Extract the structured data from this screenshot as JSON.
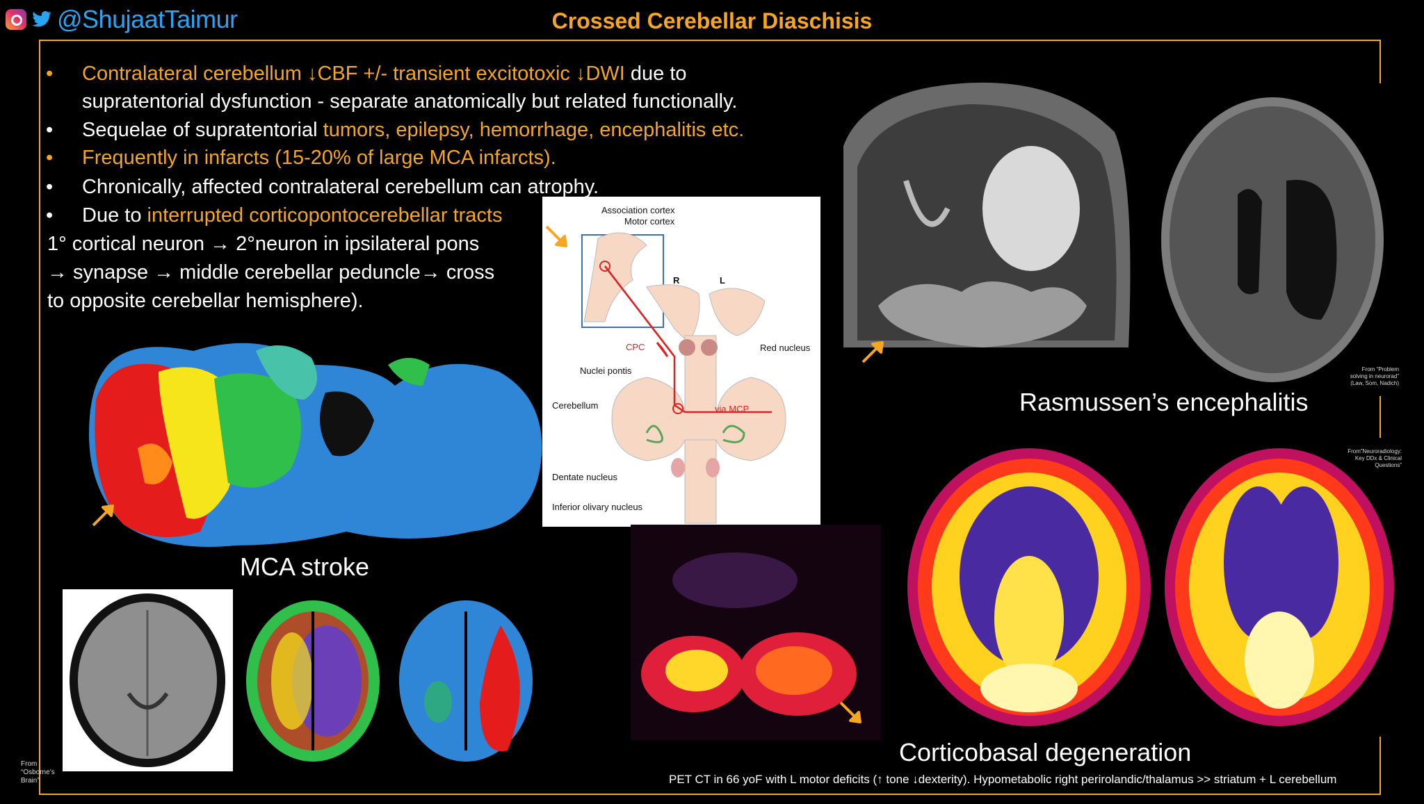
{
  "header": {
    "handle": "@ShujaatTaimur",
    "title": "Crossed Cerebellar Diaschisis"
  },
  "bullets": [
    {
      "line1_yellow": "Contralateral cerebellum ↓CBF +/- transient excitotoxic ↓DWI",
      "line1_white": " due to",
      "line2": "supratentorial dysfunction -  separate anatomically but related functionally."
    },
    {
      "white": "Sequelae of supratentorial ",
      "yellow": "tumors, epilepsy, hemorrhage, encephalitis etc."
    },
    {
      "yellow": "Frequently in infarcts (15-20% of large MCA infarcts)."
    },
    {
      "white": "Chronically, affected contralateral cerebellum can atrophy."
    },
    {
      "white": "Due to ",
      "yellow": "interrupted corticopontocerebellar tracts"
    }
  ],
  "paragraph": [
    "1° cortical neuron → 2°neuron in ipsilateral pons",
    " → synapse → middle cerebellar peduncle→ cross",
    "to opposite cerebellar hemisphere)."
  ],
  "diagram": {
    "assoc": "Association cortex",
    "motor": "Motor cortex",
    "r": "R",
    "l": "L",
    "cpc": "CPC",
    "red_nucleus": "Red nucleus",
    "nuclei_pontis": "Nuclei pontis",
    "cerebellum": "Cerebellum",
    "via_mcp": "via MCP",
    "dentate": "Dentate nucleus",
    "olivary": "Inferior olivary nucleus"
  },
  "captions": {
    "mca": "MCA stroke",
    "rasmussen": "Rasmussen’s encephalitis",
    "cbd": "Corticobasal degeneration",
    "pet_note": "PET CT in 66 yoF with L motor deficits (↑ tone ↓dexterity). Hypometabolic right perirolandic/thalamus >> striatum + L cerebellum"
  },
  "citations": {
    "osborne": [
      "From",
      "“Osborne’s",
      "Brain”"
    ],
    "problem": [
      "From “Problem",
      "solving in neurorad”",
      "(Law, Som, Nadich)"
    ],
    "neurorad": [
      "From”Neuroradiology:",
      "Key DDx & Clinical",
      "Questions”"
    ]
  },
  "colors": {
    "accent": "#f5a623",
    "handle": "#2aa4f1",
    "diagram_red": "#d22",
    "tissue": "#f6d8c4"
  }
}
